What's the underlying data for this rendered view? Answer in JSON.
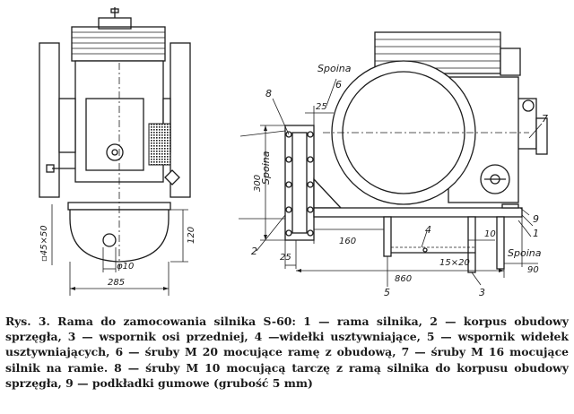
{
  "figure": {
    "labels": {
      "part_8": "8",
      "part_6": "6",
      "spoina_top": "Spoina",
      "spoina_left": "Spoina",
      "spoina_right": "Spoina",
      "part_7": "7",
      "part_9": "9",
      "part_1": "1",
      "part_2": "2",
      "part_4": "4",
      "part_3": "3",
      "part_5": "5"
    },
    "dimensions": {
      "d25_top": "25",
      "d300": "300",
      "d25_bottom": "25",
      "d160": "160",
      "d860": "860",
      "d10": "10",
      "d90": "90",
      "d15x20": "15×20",
      "d45x50": "▫45×50",
      "d120": "120",
      "phi10": "φ10",
      "d285": "285"
    }
  },
  "caption": {
    "prefix": "Rys. 3.",
    "text": "Rama do zamocowania silnika S-60: 1 — rama silnika, 2 — korpus obudowy sprzęgła, 3 — wspornik osi przedniej, 4 —widełki usztywniające, 5 — wspornik widełek usztywniających, 6 — śruby M 20 mocujące ramę z obudową, 7 — śruby M 16 mocujące silnik na ramie. 8 — śruby M 10 mocującą tarczę z ramą silnika do korpusu obudowy sprzęgła, 9 — podkładki gumowe (grubość 5 mm)"
  }
}
